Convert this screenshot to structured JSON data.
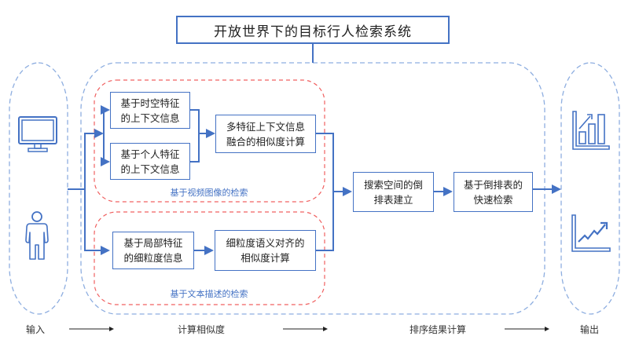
{
  "title": "开放世界下的目标行人检索系统",
  "input": {
    "icons": [
      "monitor-icon",
      "person-icon"
    ]
  },
  "output": {
    "icons": [
      "bar-chart-growth-icon",
      "line-chart-growth-icon"
    ]
  },
  "groups": {
    "video": {
      "label": "基于视频图像的检索",
      "nodes": {
        "spatiotemporal": [
          "基于时空特征",
          "的上下文信息"
        ],
        "personal": [
          "基于个人特征",
          "的上下文信息"
        ],
        "fusion": [
          "多特征上下文信息",
          "融合的相似度计算"
        ]
      }
    },
    "text": {
      "label": "基于文本描述的检索",
      "nodes": {
        "local": [
          "基于局部特征",
          "的细粒度信息"
        ],
        "align": [
          "细粒度语义对齐的",
          "相似度计算"
        ]
      }
    }
  },
  "ranking": {
    "index": [
      "搜索空间的倒",
      "排表建立"
    ],
    "search": [
      "基于倒排表的",
      "快速检索"
    ]
  },
  "steps": [
    "输入",
    "计算相似度",
    "排序结果计算",
    "输出"
  ],
  "colors": {
    "primary": "#4472c4",
    "dashed_blue": "#8eaee0",
    "dashed_red": "#f06060",
    "text": "#222222"
  }
}
